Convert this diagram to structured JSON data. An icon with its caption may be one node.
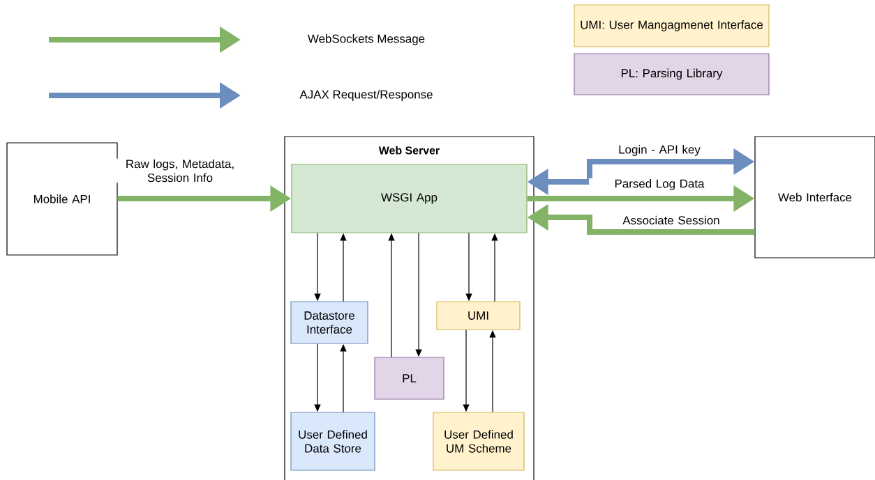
{
  "diagram": {
    "nodes": [
      {
        "text": [
          "UMI: User Mangagmenet Interface"
        ]
      },
      {
        "text": [
          "PL: Parsing Library"
        ]
      },
      {
        "text": [
          "Mobile API"
        ]
      },
      {
        "text": [
          "Web Server"
        ]
      },
      {
        "text": [
          "WSGI App"
        ],
        "in": 3
      },
      {
        "text": [
          "Web Interface"
        ]
      },
      {
        "text": [
          "Datastore Interface"
        ],
        "in": 3
      },
      {
        "text": [
          "UMI"
        ],
        "in": 3
      },
      {
        "text": [
          "PL"
        ],
        "in": 3
      },
      {
        "text": [
          "User Defined Data Store"
        ],
        "in": 3
      },
      {
        "text": [
          "User Defined UM Scheme"
        ],
        "in": 3
      }
    ],
    "edges": [
      {
        "from": 2,
        "to": 4,
        "arrow": "to",
        "label": "Raw logs, Metadata, Session Info",
        "style": "thick",
        "color": "#82b366"
      },
      {
        "from": 4,
        "to": 5,
        "arrow": "both",
        "label": "Login - API key",
        "style": "thick",
        "color": "#6c8ebf"
      },
      {
        "from": 4,
        "to": 5,
        "arrow": "to",
        "label": "Parsed Log Data",
        "style": "thick",
        "color": "#82b366"
      },
      {
        "from": 5,
        "to": 4,
        "arrow": "to",
        "label": "Associate Session",
        "style": "thick",
        "color": "#82b366"
      },
      {
        "from": 4,
        "to": 6,
        "arrow": "to"
      },
      {
        "from": 6,
        "to": 4,
        "arrow": "to"
      },
      {
        "from": 8,
        "to": 4,
        "arrow": "to"
      },
      {
        "from": 4,
        "to": 8,
        "arrow": "to"
      },
      {
        "from": 4,
        "to": 7,
        "arrow": "to"
      },
      {
        "from": 7,
        "to": 4,
        "arrow": "to"
      },
      {
        "from": 6,
        "to": 9,
        "arrow": "to"
      },
      {
        "from": 9,
        "to": 6,
        "arrow": "to"
      },
      {
        "from": 7,
        "to": 10,
        "arrow": "to"
      },
      {
        "from": 10,
        "to": 7,
        "arrow": "to"
      }
    ],
    "legend": [
      {
        "text": "WebSockets Message"
      },
      {
        "text": "AJAX Request/Response"
      }
    ]
  }
}
